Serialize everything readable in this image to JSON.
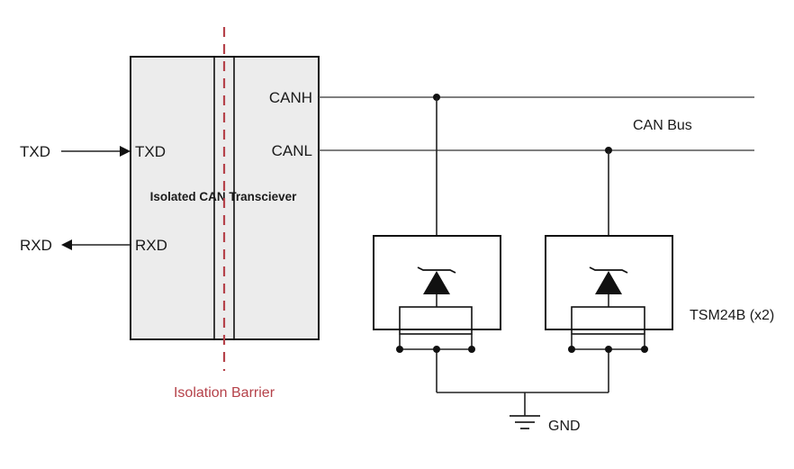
{
  "transceiver": {
    "title": "Isolated CAN Transciever",
    "pins": {
      "txd": "TXD",
      "rxd": "RXD",
      "canh": "CANH",
      "canl": "CANL"
    }
  },
  "external": {
    "txd": "TXD",
    "rxd": "RXD"
  },
  "bus": {
    "label": "CAN Bus"
  },
  "protection": {
    "label": "TSM24B (x2)"
  },
  "ground": {
    "label": "GND"
  },
  "barrier": {
    "label": "Isolation Barrier",
    "color": "#b5424a"
  },
  "colors": {
    "transceiver_fill": "#ececec",
    "line": "#222222"
  }
}
